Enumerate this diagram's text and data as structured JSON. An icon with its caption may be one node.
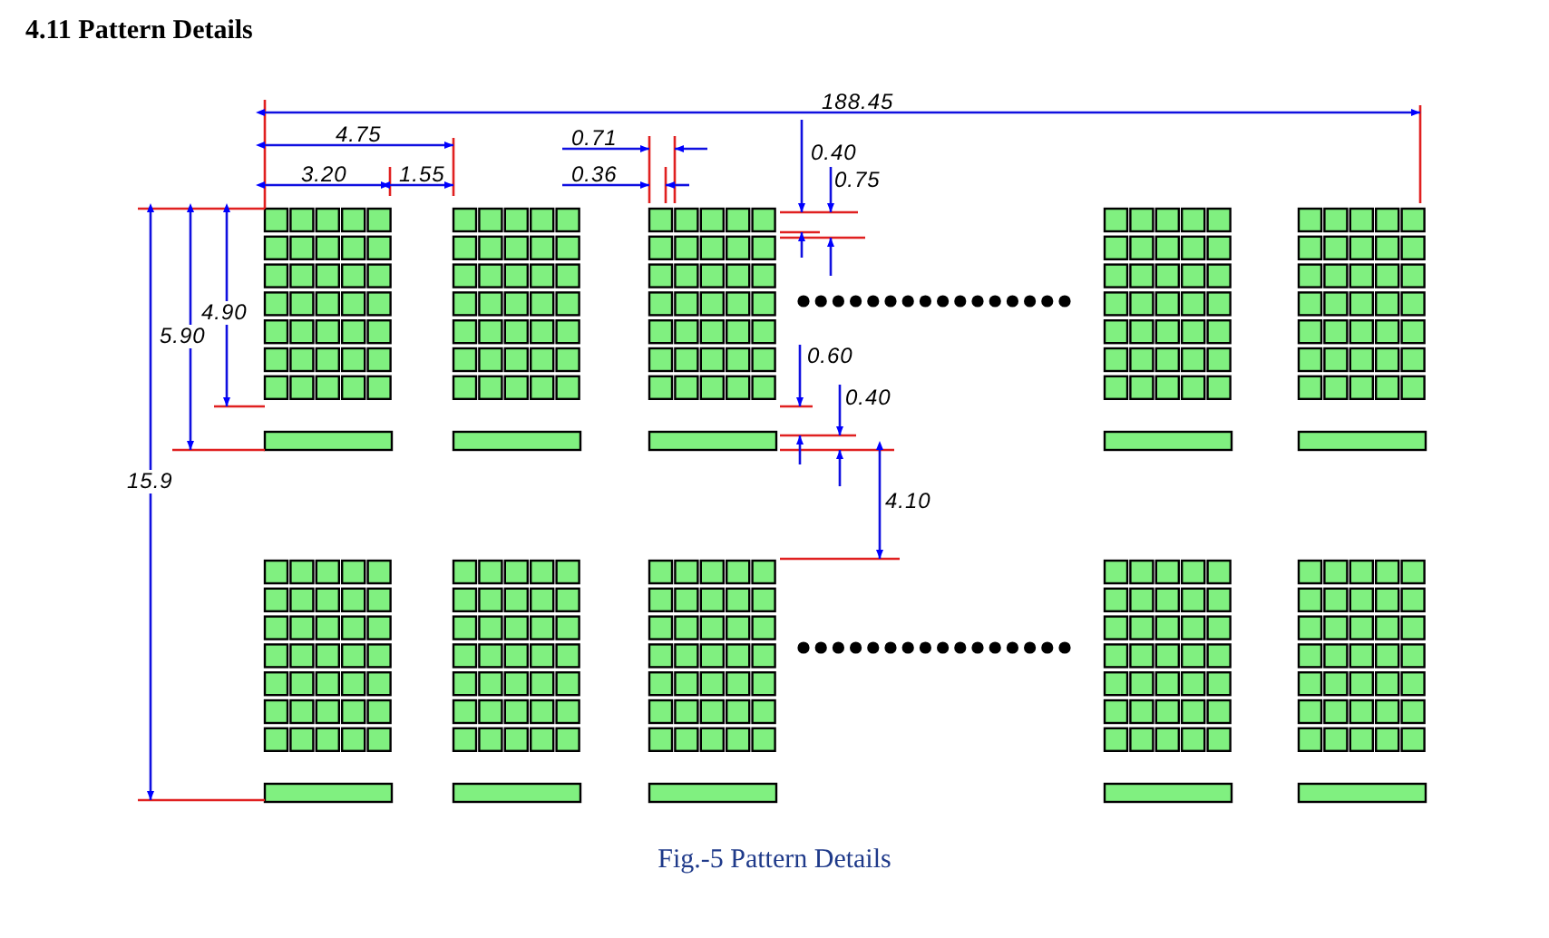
{
  "diagram": {
    "title": "4.11 Pattern Details",
    "caption": "Fig.-5 Pattern Details",
    "labels": [
      "188.45",
      "4.75",
      "0.71",
      "0.40",
      "3.20",
      "1.55",
      "0.36",
      "0.75",
      "4.90",
      "5.90",
      "0.60",
      "0.40",
      "15.9",
      "4.10"
    ]
  }
}
